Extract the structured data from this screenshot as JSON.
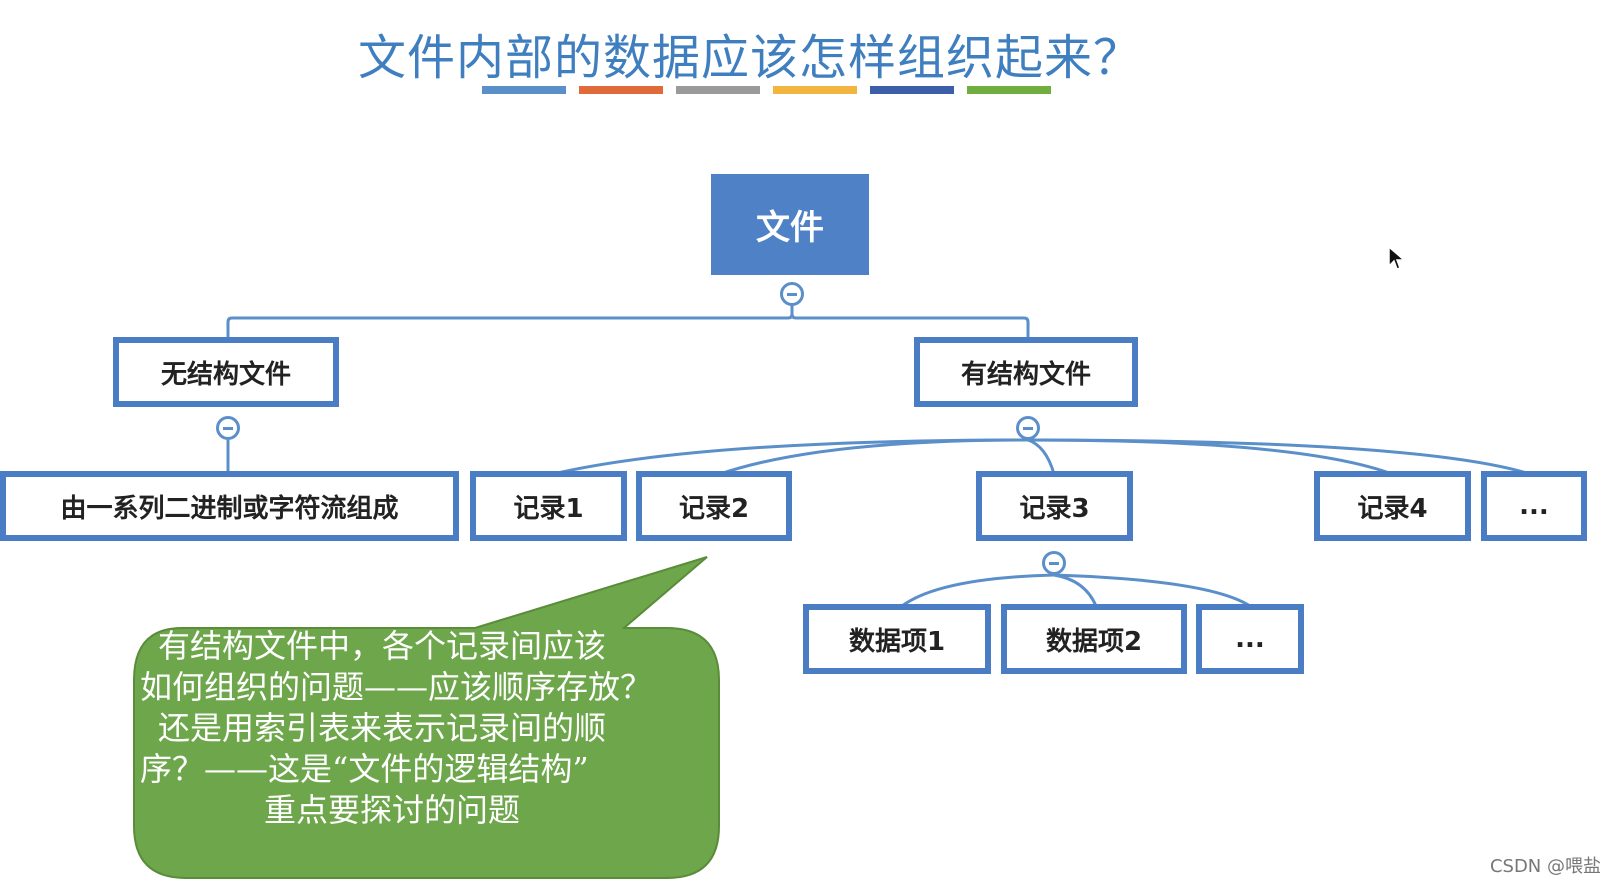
{
  "title": "文件内部的数据应该怎样组织起来？",
  "underline_colors": [
    "#5b8fc9",
    "#e06a3a",
    "#9a9a9a",
    "#f2b540",
    "#3d5ea8",
    "#6fae3f"
  ],
  "nodes": {
    "root": "文件",
    "unstructured": "无结构文件",
    "structured": "有结构文件",
    "unstructured_desc": "由一系列二进制或字符流组成",
    "record1": "记录1",
    "record2": "记录2",
    "record3": "记录3",
    "record4": "记录4",
    "record_more": "...",
    "item1": "数据项1",
    "item2": "数据项2",
    "item_more": "..."
  },
  "callout": {
    "lines": [
      "有结构文件中，各个记录间应该",
      "如何组织的问题——应该顺序存放？",
      "还是用索引表来表示记录间的顺",
      "序？——这是“文件的逻辑结构”",
      "重点要探讨的问题"
    ]
  },
  "watermark": "CSDN @喂盐"
}
